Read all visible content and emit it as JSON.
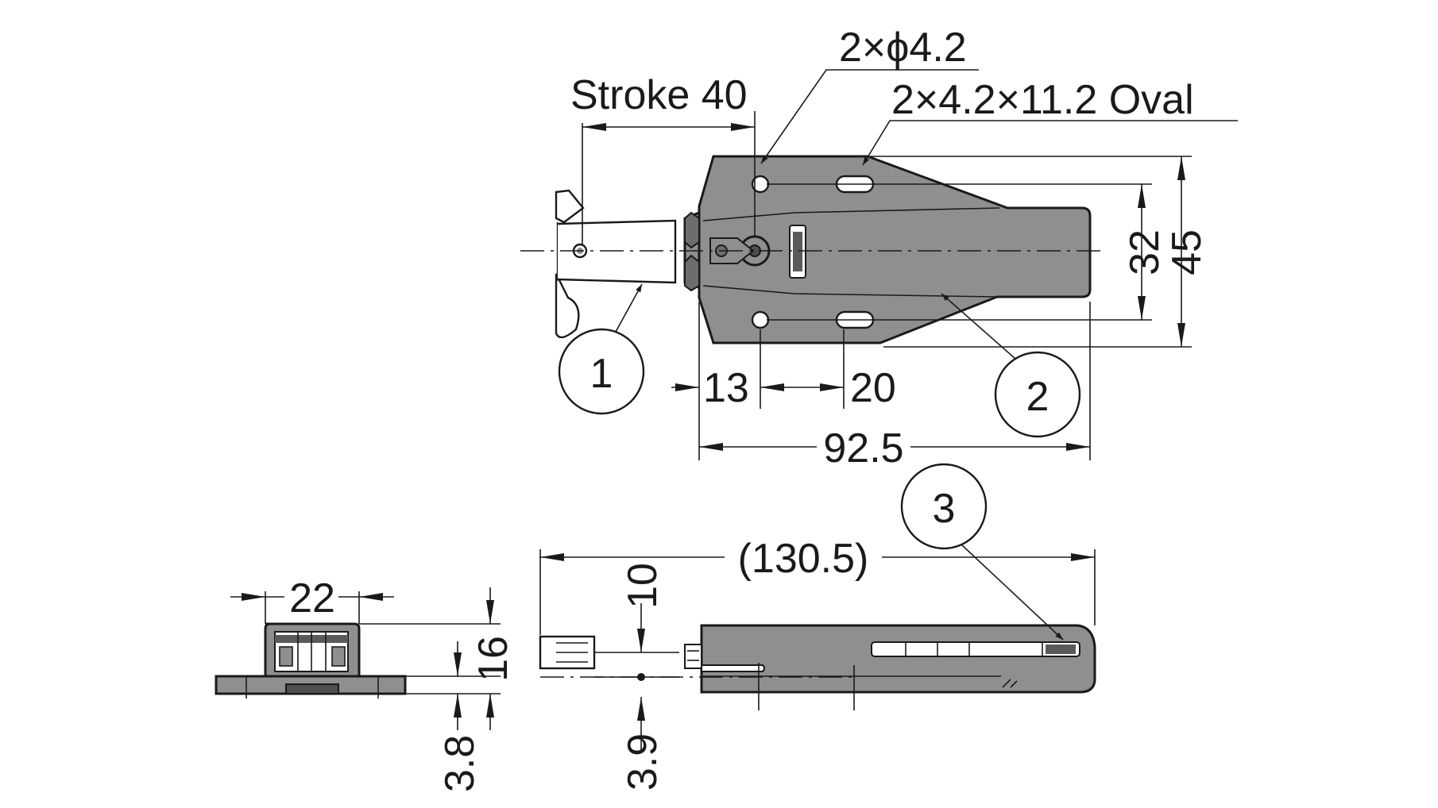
{
  "labels": {
    "stroke": "Stroke 40",
    "holes": "2×ϕ4.2",
    "oval": "2×4.2×11.2 Oval",
    "dim_32": "32",
    "dim_45": "45",
    "dim_13": "13",
    "dim_20": "20",
    "dim_92_5": "92.5",
    "dim_130_5": "(130.5)",
    "dim_10": "10",
    "dim_22": "22",
    "dim_16": "16",
    "dim_3_8": "3.8",
    "dim_3_9": "3.9"
  },
  "callouts": [
    "1",
    "2",
    "3"
  ],
  "colors": {
    "body": "#8f8f8f",
    "line": "#1a1a1a",
    "background": "#ffffff"
  }
}
